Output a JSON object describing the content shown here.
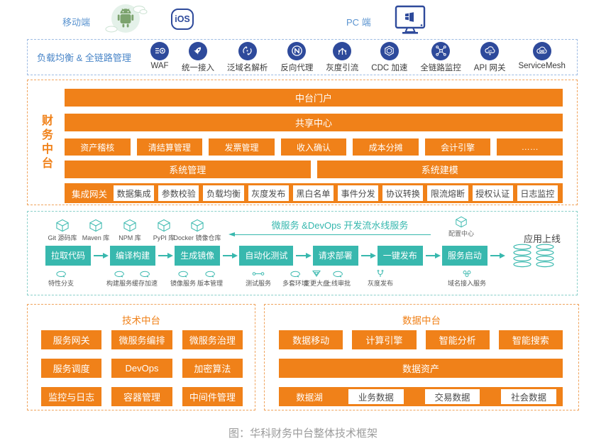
{
  "colors": {
    "orange": "#F08119",
    "teal": "#38B8AE",
    "navy": "#2E4A9B",
    "blue_label": "#4A86C8",
    "header_blue": "#5B94D0"
  },
  "header": {
    "mobile_label": "移动端",
    "ios_label": "iOS",
    "pc_label": "PC 端"
  },
  "access_bar": {
    "label": "负载均衡 & 全链路管理",
    "items": [
      {
        "icon": "waf-icon",
        "label": "WAF"
      },
      {
        "icon": "rocket-icon",
        "label": "统一接入"
      },
      {
        "icon": "sync-icon",
        "label": "泛域名解析"
      },
      {
        "icon": "nginx-icon",
        "label": "反向代理"
      },
      {
        "icon": "split-arrows-icon",
        "label": "灰度引流"
      },
      {
        "icon": "hexagon-icon",
        "label": "CDC 加速"
      },
      {
        "icon": "network-nodes-icon",
        "label": "全链路监控"
      },
      {
        "icon": "cloud-api-icon",
        "label": "API 网关"
      },
      {
        "icon": "cloud-mesh-icon",
        "label": "ServiceMesh"
      }
    ]
  },
  "finance": {
    "side_label": "财务中台",
    "portal_bar": "中台门户",
    "share_bar": "共享中心",
    "modules": [
      "资产稽核",
      "清结算管理",
      "发票管理",
      "收入确认",
      "成本分摊",
      "会计引擎",
      "……"
    ],
    "system_left": "系统管理",
    "system_right": "系统建模",
    "integration": {
      "label": "集成网关",
      "items": [
        "数据集成",
        "参数校验",
        "负载均衡",
        "灰度发布",
        "黑白名单",
        "事件分发",
        "协议转换",
        "限流熔断",
        "授权认证",
        "日志监控"
      ]
    }
  },
  "devops": {
    "title": "微服务 &DevOps 开发流水线服务",
    "repos": [
      "Git 源码库",
      "Maven 库",
      "NPM 库",
      "PyPI 库",
      "Docker 镜像仓库"
    ],
    "config_center": "配置中心",
    "app_online": "应用上线",
    "steps": [
      "拉取代码",
      "编译构建",
      "生成镜像",
      "自动化测试",
      "请求部署",
      "一键发布",
      "服务启动"
    ],
    "services": [
      {
        "icon": "loop-icon",
        "label": "特性分支"
      },
      {
        "icon": "loop-icon",
        "label": "构建服务"
      },
      {
        "icon": "loop-icon",
        "label": "缓存加速"
      },
      {
        "icon": "loop-icon",
        "label": "镜像服务"
      },
      {
        "icon": "loop-icon",
        "label": "版本管理"
      },
      {
        "icon": "link-icon",
        "label": "测试服务"
      },
      {
        "icon": "loop-icon",
        "label": "多套环境"
      },
      {
        "icon": "funnel-icon",
        "label": "变更大盘"
      },
      {
        "icon": "loop-icon",
        "label": "上线审批"
      },
      {
        "icon": "branch-icon",
        "label": "灰度发布"
      },
      {
        "icon": "cluster-icon",
        "label": "域名接入服务"
      }
    ]
  },
  "tech_platform": {
    "title": "技术中台",
    "items": [
      "服务网关",
      "微服务编排",
      "微服务治理",
      "服务调度",
      "DevOps",
      "加密算法",
      "监控与日志",
      "容器管理",
      "中间件管理"
    ]
  },
  "data_platform": {
    "title": "数据中台",
    "row1": [
      "数据移动",
      "计算引擎",
      "智能分析",
      "智能搜索"
    ],
    "asset_bar": "数据资产",
    "lake": {
      "label": "数据湖",
      "items": [
        "业务数据",
        "交易数据",
        "社会数据"
      ]
    }
  },
  "caption": "图：华科财务中台整体技术框架"
}
